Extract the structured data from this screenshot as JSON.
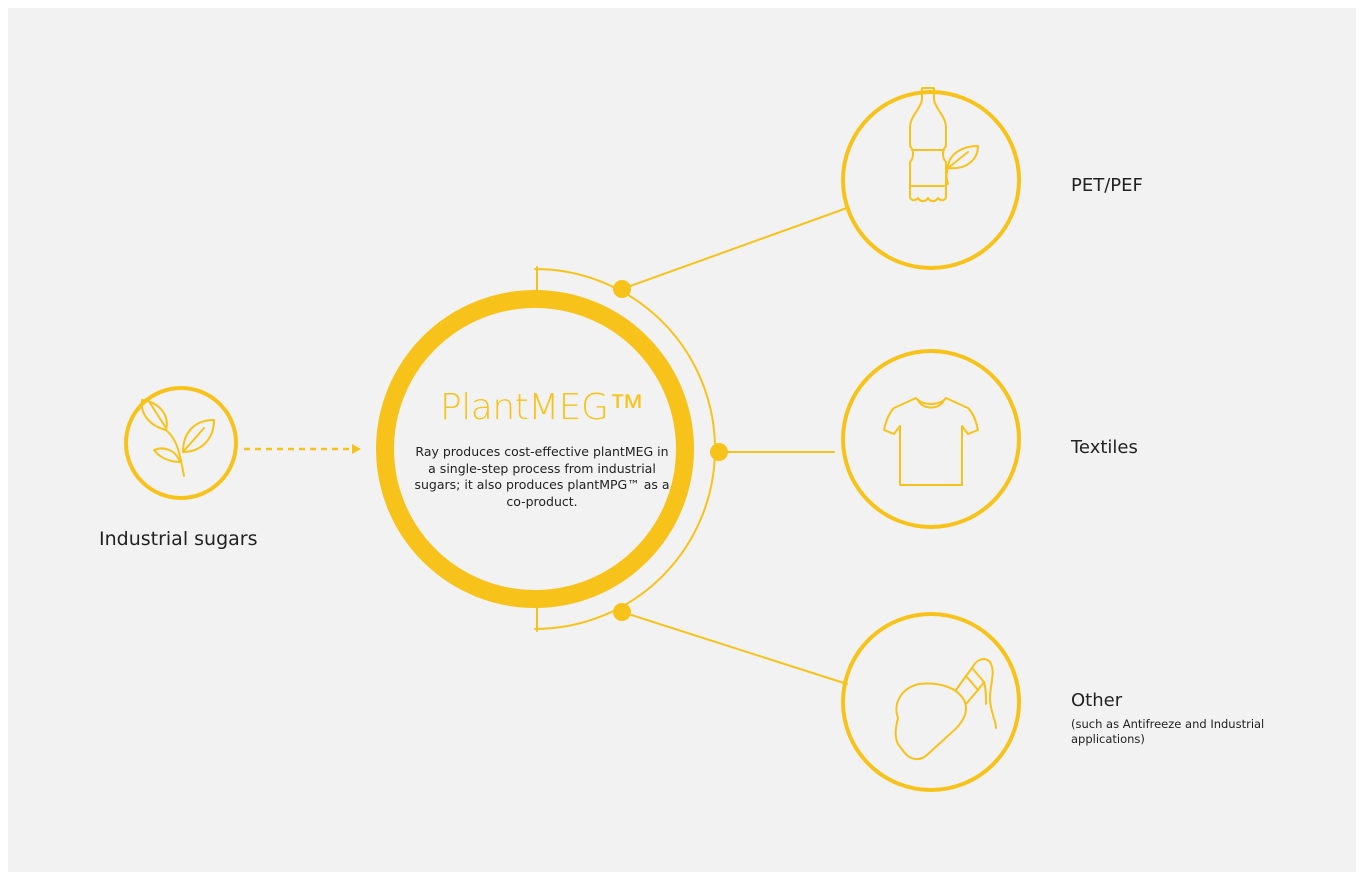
{
  "colors": {
    "accent": "#f7c31a",
    "background": "#f2f2f2",
    "text": "#222222"
  },
  "center": {
    "title": "PlantMEG™",
    "description": "Ray produces cost-effective plantMEG in a single-step process from industrial sugars; it also produces plantMPG™ as a co-product."
  },
  "input": {
    "label": "Industrial sugars",
    "icon": "leaves-icon"
  },
  "outputs": [
    {
      "label": "PET/PEF",
      "icon": "bottle-leaf-icon"
    },
    {
      "label": "Textiles",
      "icon": "tshirt-icon"
    },
    {
      "label": "Other",
      "note": "(such as Antifreeze and Industrial applications)",
      "icon": "antifreeze-bottle-icon"
    }
  ]
}
